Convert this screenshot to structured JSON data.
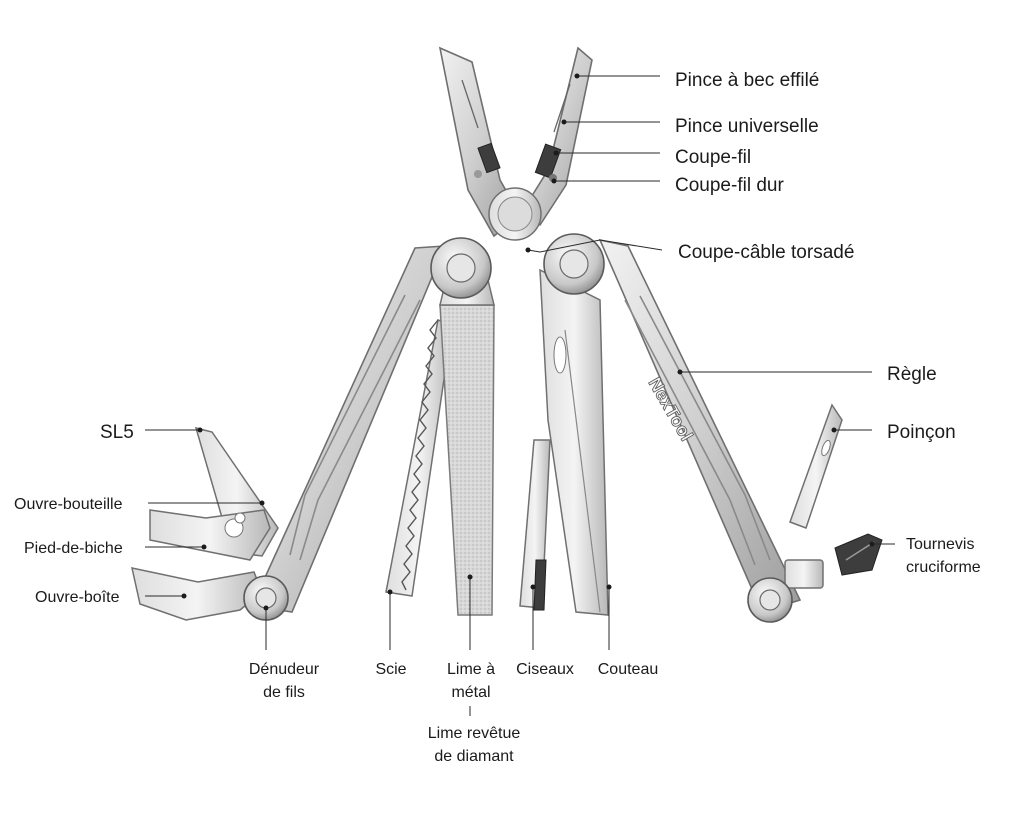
{
  "brand": "NexTool",
  "labels": {
    "pince_bec_effile": "Pince à bec effilé",
    "pince_universelle": "Pince universelle",
    "coupe_fil": "Coupe-fil",
    "coupe_fil_dur": "Coupe-fil dur",
    "coupe_cable": "Coupe-câble torsadé",
    "regle": "Règle",
    "poincon": "Poinçon",
    "tournevis_1": "Tournevis",
    "tournevis_2": "cruciforme",
    "sl5": "SL5",
    "ouvre_bouteille": "Ouvre-bouteille",
    "pied_de_biche": "Pied-de-biche",
    "ouvre_boite": "Ouvre-boîte",
    "denudeur_1": "Dénudeur",
    "denudeur_2": "de fils",
    "scie": "Scie",
    "lime_metal_1": "Lime à",
    "lime_metal_2": "métal",
    "ciseaux": "Ciseaux",
    "couteau": "Couteau",
    "lime_diamant_1": "Lime revêtue",
    "lime_diamant_2": "de diamant"
  }
}
